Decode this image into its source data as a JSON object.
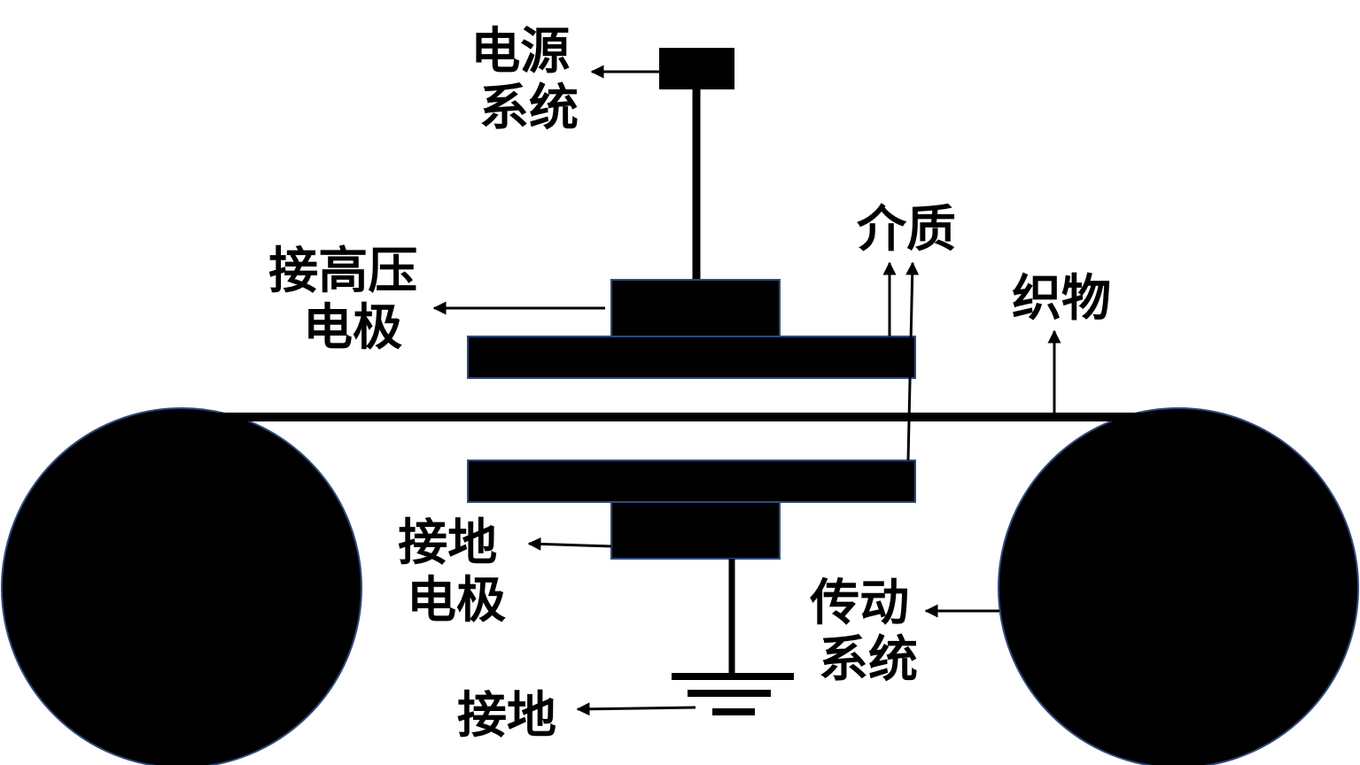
{
  "labels": {
    "power_system": [
      "电源",
      "系统"
    ],
    "high_voltage_electrode": [
      "接高压",
      "电极"
    ],
    "dielectric": "介质",
    "fabric": "织物",
    "ground_electrode": [
      "接地",
      "电极"
    ],
    "drive_system": [
      "传动",
      "系统"
    ],
    "ground": "接地"
  },
  "colors": {
    "fill": "#000000",
    "edge": "#2f4a7a",
    "background": "#ffffff"
  }
}
